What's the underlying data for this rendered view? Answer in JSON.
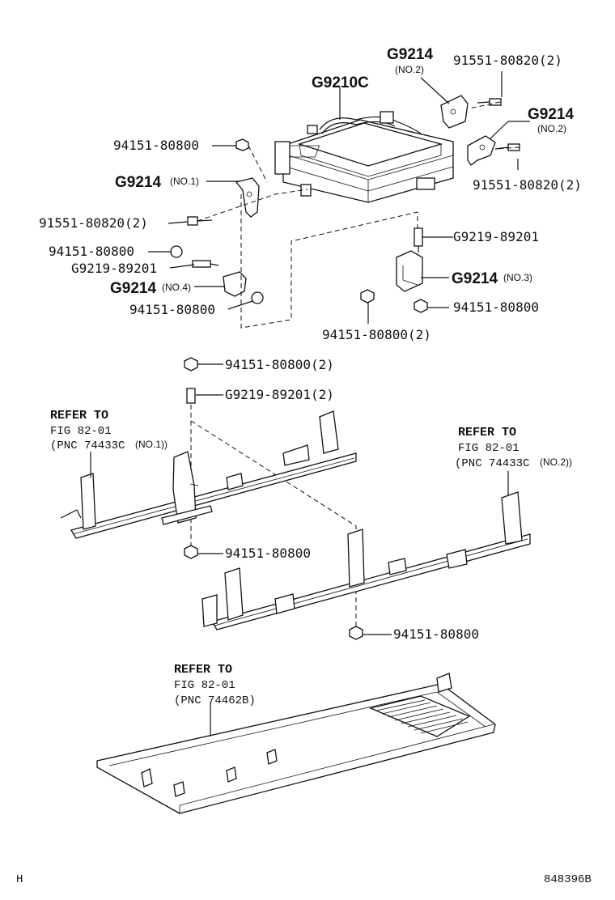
{
  "diagram": {
    "labels": {
      "g9214_no2_top": "G9214",
      "g9214_no2_top_sub": "(NO.2)",
      "bolt_top": "91551-80820(2)",
      "g9210c": "G9210C",
      "g9214_no2_right": "G9214",
      "g9214_no2_right_sub": "(NO.2)",
      "nut_left_1": "94151-80800",
      "g9214_no1": "G9214",
      "g9214_no1_sub": "(NO.1)",
      "bolt_right": "91551-80820(2)",
      "bolt_left": "91551-80820(2)",
      "stud_right": "G9219-89201",
      "nut_left_2": "94151-80800",
      "stud_left": "G9219-89201",
      "g9214_no3": "G9214",
      "g9214_no3_sub": "(NO.3)",
      "g9214_no4": "G9214",
      "g9214_no4_sub": "(NO.4)",
      "nut_right_1": "94151-80800",
      "nut_left_3": "94151-80800",
      "nut_center_2": "94151-80800(2)",
      "nut_mid_2": "94151-80800(2)",
      "stud_mid_2": "G9219-89201(2)",
      "nut_mid_low": "94151-80800",
      "nut_bottom": "94151-80800"
    },
    "refers": {
      "left": {
        "line1": "REFER TO",
        "line2": "FIG 82-01",
        "line3": "(PNC 74433C",
        "line3_sub": "(NO.1))"
      },
      "right": {
        "line1": "REFER TO",
        "line2": "FIG 82-01",
        "line3": "(PNC 74433C",
        "line3_sub": "(NO.2))"
      },
      "bottom": {
        "line1": "REFER TO",
        "line2": "FIG 82-01",
        "line3": "(PNC 74462B)"
      }
    },
    "footer": {
      "left": "H",
      "right": "848396B"
    }
  }
}
